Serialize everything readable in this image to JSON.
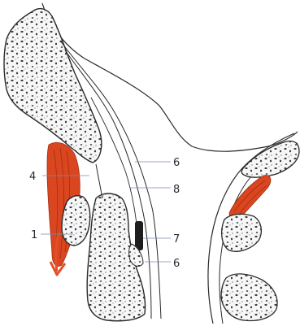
{
  "labels": {
    "l1": "1",
    "l4": "4",
    "l6a": "6",
    "l8": "8",
    "l7": "7",
    "l6b": "6"
  },
  "colors": {
    "muscle": "#d9461f",
    "muscle_dark": "#a82d12",
    "arrow": "#e2502a",
    "outline": "#2a2a2a",
    "bone_fill": "#f7f7f7",
    "dot": "#3b3b3b",
    "ligament_dark": "#1e1e1e",
    "leader": "#7a8ab0"
  }
}
